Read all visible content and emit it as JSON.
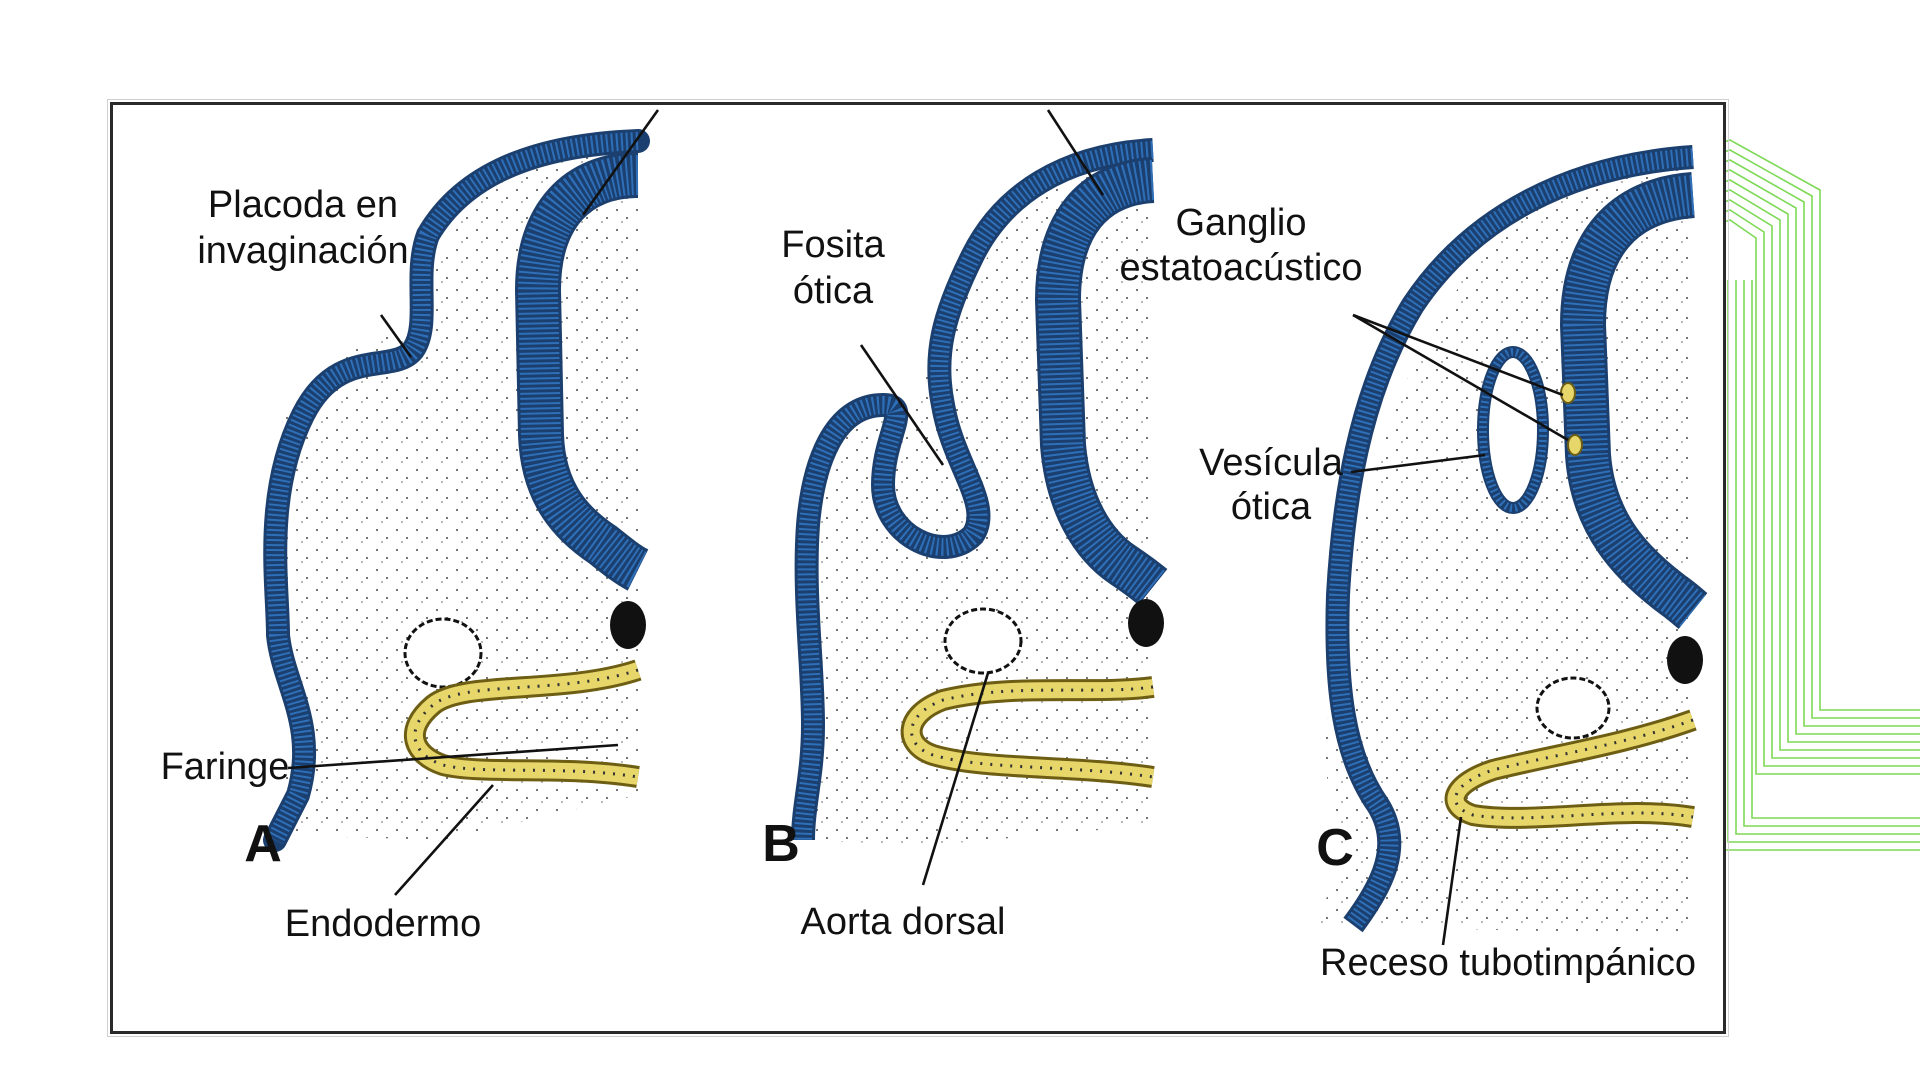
{
  "figure": {
    "panels": [
      {
        "letter": "A",
        "labels": {
          "placode": [
            "Placoda en",
            "invaginación"
          ],
          "pharynx": "Faringe",
          "endoderm": "Endodermo"
        }
      },
      {
        "letter": "B",
        "labels": {
          "otic_pit": [
            "Fosita",
            "ótica"
          ],
          "dorsal_aorta": "Aorta dorsal"
        }
      },
      {
        "letter": "C",
        "labels": {
          "ganglion": [
            "Ganglio",
            "estatoacústico"
          ],
          "otic_vesicle": [
            "Vesícula",
            "ótica"
          ],
          "recess": "Receso tubotimpánico"
        }
      }
    ]
  },
  "colors": {
    "ectoderm": "#2e6fb8",
    "endoderm": "#e7d66a",
    "decoration": "#7ed957",
    "frame": "#2a2a2a"
  }
}
